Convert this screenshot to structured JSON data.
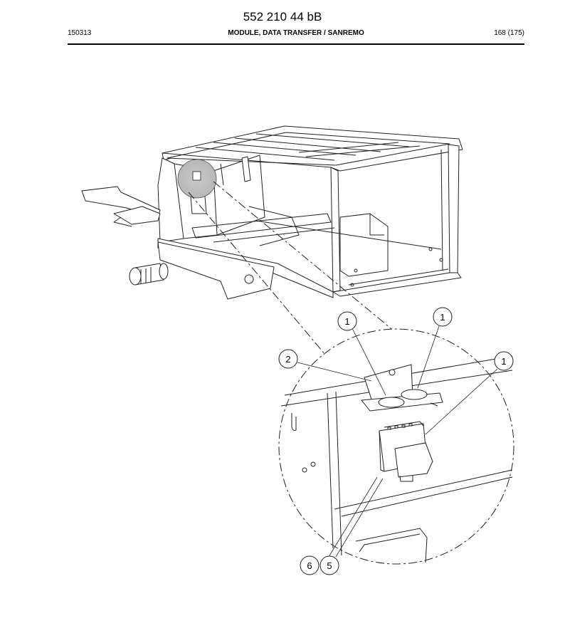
{
  "header": {
    "document_number": "552 210 44 bB",
    "date_code": "150313",
    "title": "MODULE, DATA TRANSFER / SANREMO",
    "page": "168 (175)"
  },
  "callouts": [
    {
      "id": "callout-1a",
      "label": "1"
    },
    {
      "id": "callout-1b",
      "label": "1"
    },
    {
      "id": "callout-1c",
      "label": "1"
    },
    {
      "id": "callout-2",
      "label": "2"
    },
    {
      "id": "callout-5",
      "label": "5"
    },
    {
      "id": "callout-6",
      "label": "6"
    }
  ]
}
